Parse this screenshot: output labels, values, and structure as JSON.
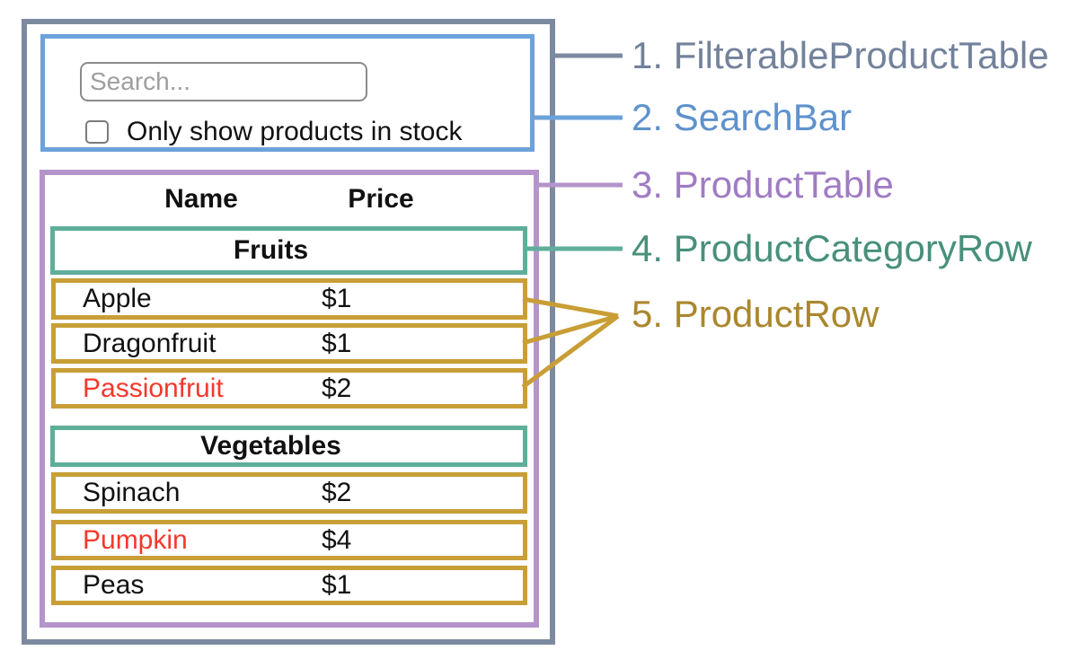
{
  "colors": {
    "filterable_product_table": "#7C8AA0",
    "search_bar": "#6CA2DA",
    "product_table": "#B494CB",
    "product_category_row": "#5FAE9A",
    "product_row": "#C89E36",
    "out_of_stock_text": "#F4382C"
  },
  "search_bar": {
    "placeholder": "Search...",
    "checkbox_label": "Only show products in stock",
    "checkbox_checked": false
  },
  "product_table": {
    "header": {
      "name": "Name",
      "price": "Price"
    },
    "sections": [
      {
        "category": "Fruits",
        "rows": [
          {
            "name": "Apple",
            "price": "$1"
          },
          {
            "name": "Dragonfruit",
            "price": "$1"
          },
          {
            "name": "Passionfruit",
            "price": "$2",
            "name_color": "#F4382C"
          }
        ]
      },
      {
        "category": "Vegetables",
        "rows": [
          {
            "name": "Spinach",
            "price": "$2"
          },
          {
            "name": "Pumpkin",
            "price": "$4",
            "name_color": "#F4382C"
          },
          {
            "name": "Peas",
            "price": "$1"
          }
        ]
      }
    ]
  },
  "legend": [
    {
      "label": "1. FilterableProductTable",
      "color": "#73829B"
    },
    {
      "label": "2. SearchBar",
      "color": "#5E92CD"
    },
    {
      "label": "3. ProductTable",
      "color": "#A07CC4"
    },
    {
      "label": "4. ProductCategoryRow",
      "color": "#48907C"
    },
    {
      "label": "5. ProductRow",
      "color": "#AA872E"
    }
  ]
}
